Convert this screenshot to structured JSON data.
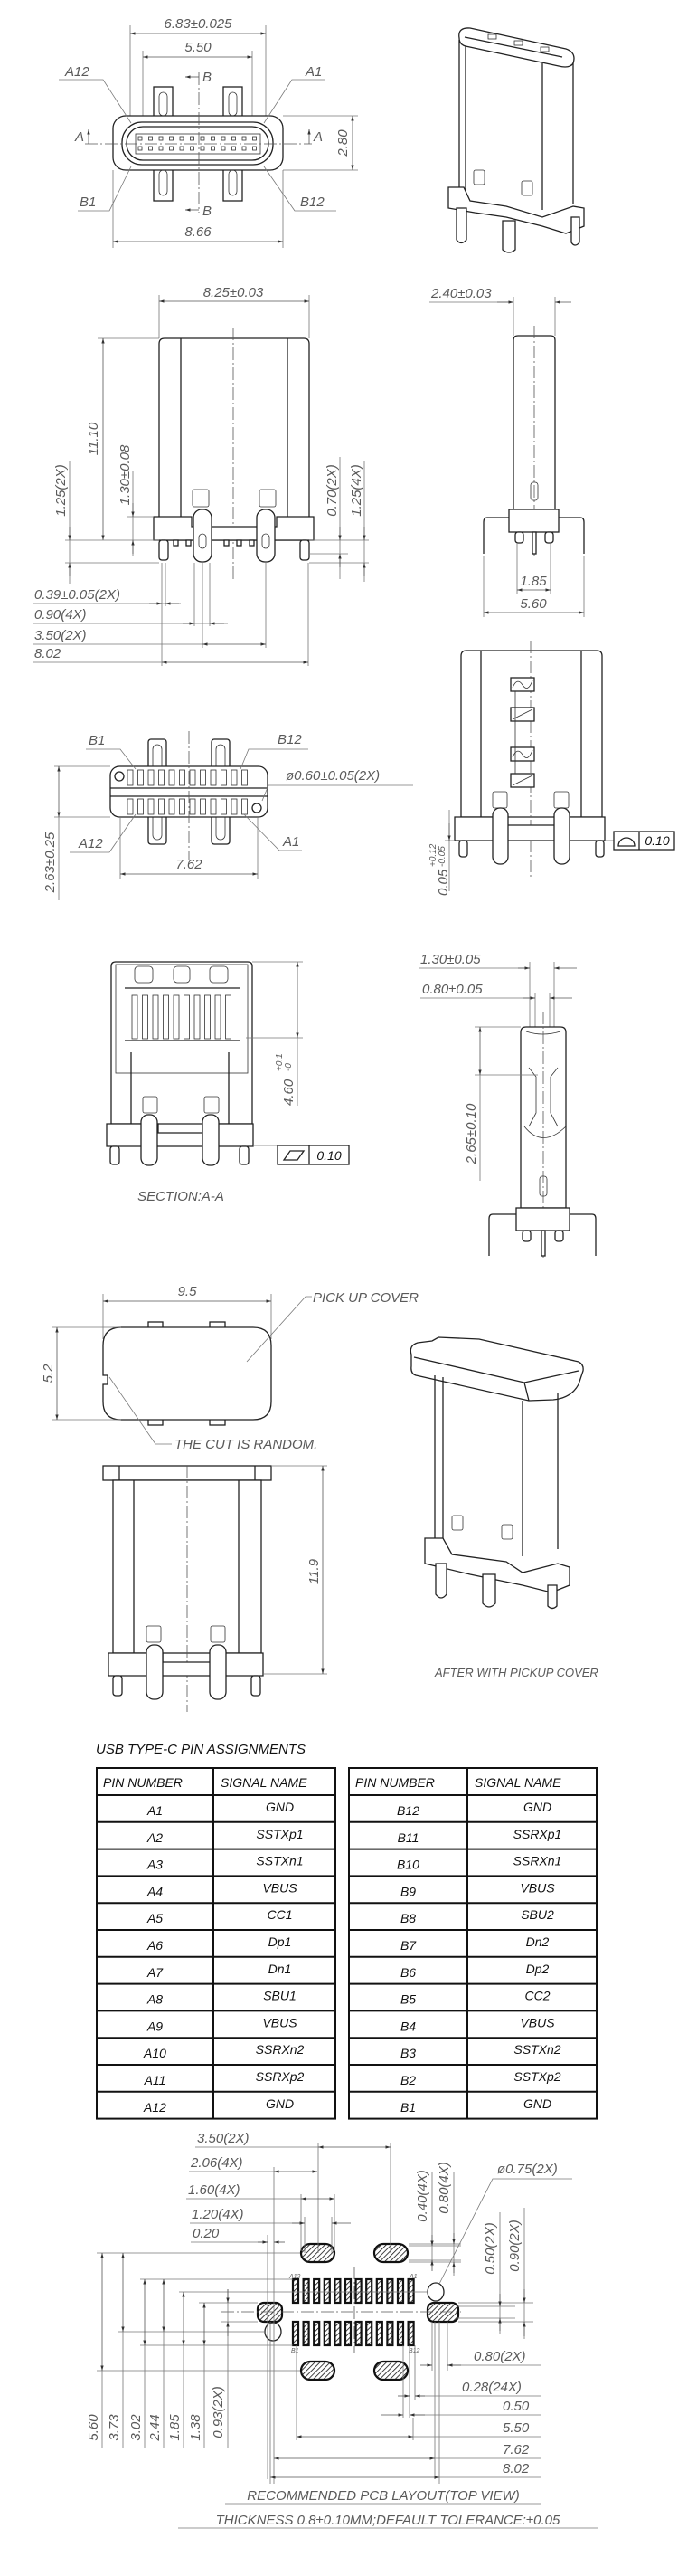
{
  "front_view": {
    "overall_width": "6.83±0.025",
    "contact_span": "5.50",
    "label_a12": "A12",
    "label_a1": "A1",
    "label_b1": "B1",
    "label_b12": "B12",
    "section_b_top": "B",
    "section_b_bottom": "B",
    "section_a_left": "A",
    "section_a_right": "A",
    "shell_height": "2.80",
    "flange_width": "8.66"
  },
  "rear_view": {
    "body_width": "8.25±0.03",
    "body_height": "11.10",
    "base_height": "1.30±0.08",
    "peg_length_left": "1.25(2X)",
    "pin_length": "0.70(2X)",
    "peg_length_right": "1.25(4X)",
    "pin_width": "0.39±0.05(2X)",
    "tab_width": "0.90(4X)",
    "tab_pitch": "3.50(2X)",
    "overall_pin_span": "8.02"
  },
  "side_view": {
    "thickness": "2.40±0.03",
    "leg_pitch": "1.85",
    "leg_span": "5.60"
  },
  "bottom_view": {
    "label_b1": "B1",
    "label_b12": "B12",
    "label_a12": "A12",
    "label_a1": "A1",
    "hole_diameter": "ø0.60±0.05(2X)",
    "depth": "2.63±0.25",
    "hole_span": "7.62"
  },
  "side_view_profile": {
    "profile_tolerance": "0.10",
    "standoff": "0.05",
    "standoff_upper": "+0.12",
    "standoff_lower": "-0.05"
  },
  "section_view": {
    "mouth_depth": "4.60",
    "mouth_depth_upper": "+0.1",
    "mouth_depth_lower": "-0",
    "flatness_tolerance": "0.10",
    "caption": "SECTION:A-A"
  },
  "side_section": {
    "outer_thickness": "1.30±0.05",
    "inner_thickness": "0.80±0.05",
    "tongue_depth": "2.65±0.10"
  },
  "pickup_cover": {
    "width": "9.5",
    "height": "5.2",
    "label": "PICK UP COVER",
    "cut_note": "THE CUT IS RANDOM.",
    "total_height": "11.9",
    "iso_caption": "AFTER WITH PICKUP COVER"
  },
  "pin_table": {
    "title": "USB TYPE-C PIN ASSIGNMENTS",
    "header_pin": "PIN NUMBER",
    "header_signal": "SIGNAL NAME",
    "left": [
      {
        "pin": "A1",
        "signal": "GND"
      },
      {
        "pin": "A2",
        "signal": "SSTXp1"
      },
      {
        "pin": "A3",
        "signal": "SSTXn1"
      },
      {
        "pin": "A4",
        "signal": "VBUS"
      },
      {
        "pin": "A5",
        "signal": "CC1"
      },
      {
        "pin": "A6",
        "signal": "Dp1"
      },
      {
        "pin": "A7",
        "signal": "Dn1"
      },
      {
        "pin": "A8",
        "signal": "SBU1"
      },
      {
        "pin": "A9",
        "signal": "VBUS"
      },
      {
        "pin": "A10",
        "signal": "SSRXn2"
      },
      {
        "pin": "A11",
        "signal": "SSRXp2"
      },
      {
        "pin": "A12",
        "signal": "GND"
      }
    ],
    "right": [
      {
        "pin": "B12",
        "signal": "GND"
      },
      {
        "pin": "B11",
        "signal": "SSRXp1"
      },
      {
        "pin": "B10",
        "signal": "SSRXn1"
      },
      {
        "pin": "B9",
        "signal": "VBUS"
      },
      {
        "pin": "B8",
        "signal": "SBU2"
      },
      {
        "pin": "B7",
        "signal": "Dn2"
      },
      {
        "pin": "B6",
        "signal": "Dp2"
      },
      {
        "pin": "B5",
        "signal": "CC2"
      },
      {
        "pin": "B4",
        "signal": "VBUS"
      },
      {
        "pin": "B3",
        "signal": "SSTXn2"
      },
      {
        "pin": "B2",
        "signal": "SSTXp2"
      },
      {
        "pin": "B1",
        "signal": "GND"
      }
    ]
  },
  "pcb_layout": {
    "pad_label_a12": "A12",
    "pad_label_a1": "A1",
    "pad_label_b1": "B1",
    "pad_label_b12": "B12",
    "slot_pitch": "3.50(2X)",
    "slot_offset": "2.06(4X)",
    "slot_length": "1.60(4X)",
    "slot_inner_length": "1.20(4X)",
    "clearance": "0.20",
    "hole_diameter": "ø0.75(2X)",
    "slot_inner_width": "0.40(4X)",
    "slot_width": "0.80(4X)",
    "side_inner_width": "0.50(2X)",
    "side_width": "0.90(2X)",
    "side_slot_length": "0.80(2X)",
    "pad_width": "0.28(24X)",
    "pad_pitch": "0.50",
    "pad_span": "5.50",
    "hole_span": "7.62",
    "side_slot_span": "8.02",
    "v_5_60": "5.60",
    "v_3_73": "3.73",
    "v_3_02": "3.02",
    "v_2_44": "2.44",
    "v_1_85": "1.85",
    "v_1_38": "1.38",
    "v_0_93": "0.93(2X)",
    "caption": "RECOMMENDED PCB LAYOUT(TOP VIEW)",
    "note": "THICKNESS 0.8±0.10MM;DEFAULT TOLERANCE:±0.05"
  }
}
